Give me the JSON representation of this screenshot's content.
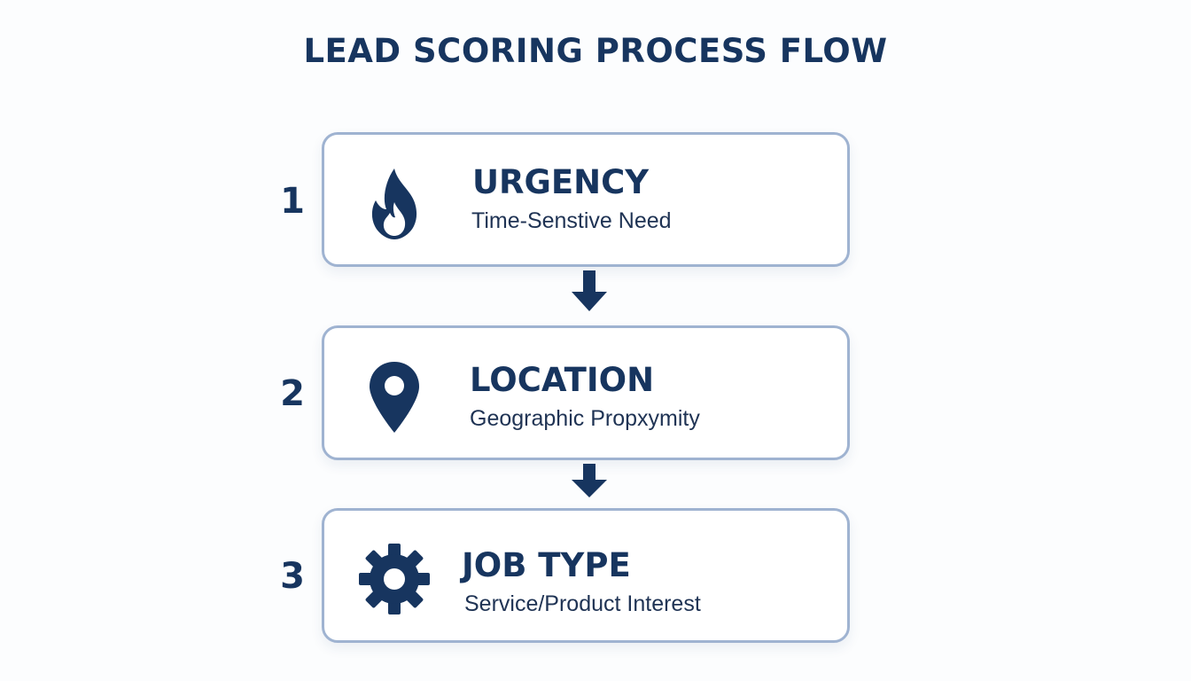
{
  "title": "LEAD SCORING PROCESS FLOW",
  "colors": {
    "primary": "#17355f",
    "card_border": "#9fb3d1",
    "background": "#fcfdfe"
  },
  "steps": [
    {
      "number": "1",
      "heading": "URGENCY",
      "subtitle": "Time-Senstive Need",
      "icon": "flame-icon"
    },
    {
      "number": "2",
      "heading": "LOCATION",
      "subtitle": "Geographic Propxymity",
      "icon": "map-pin-icon"
    },
    {
      "number": "3",
      "heading": "JOB TYPE",
      "subtitle": "Service/Product Interest",
      "icon": "gear-icon"
    }
  ]
}
